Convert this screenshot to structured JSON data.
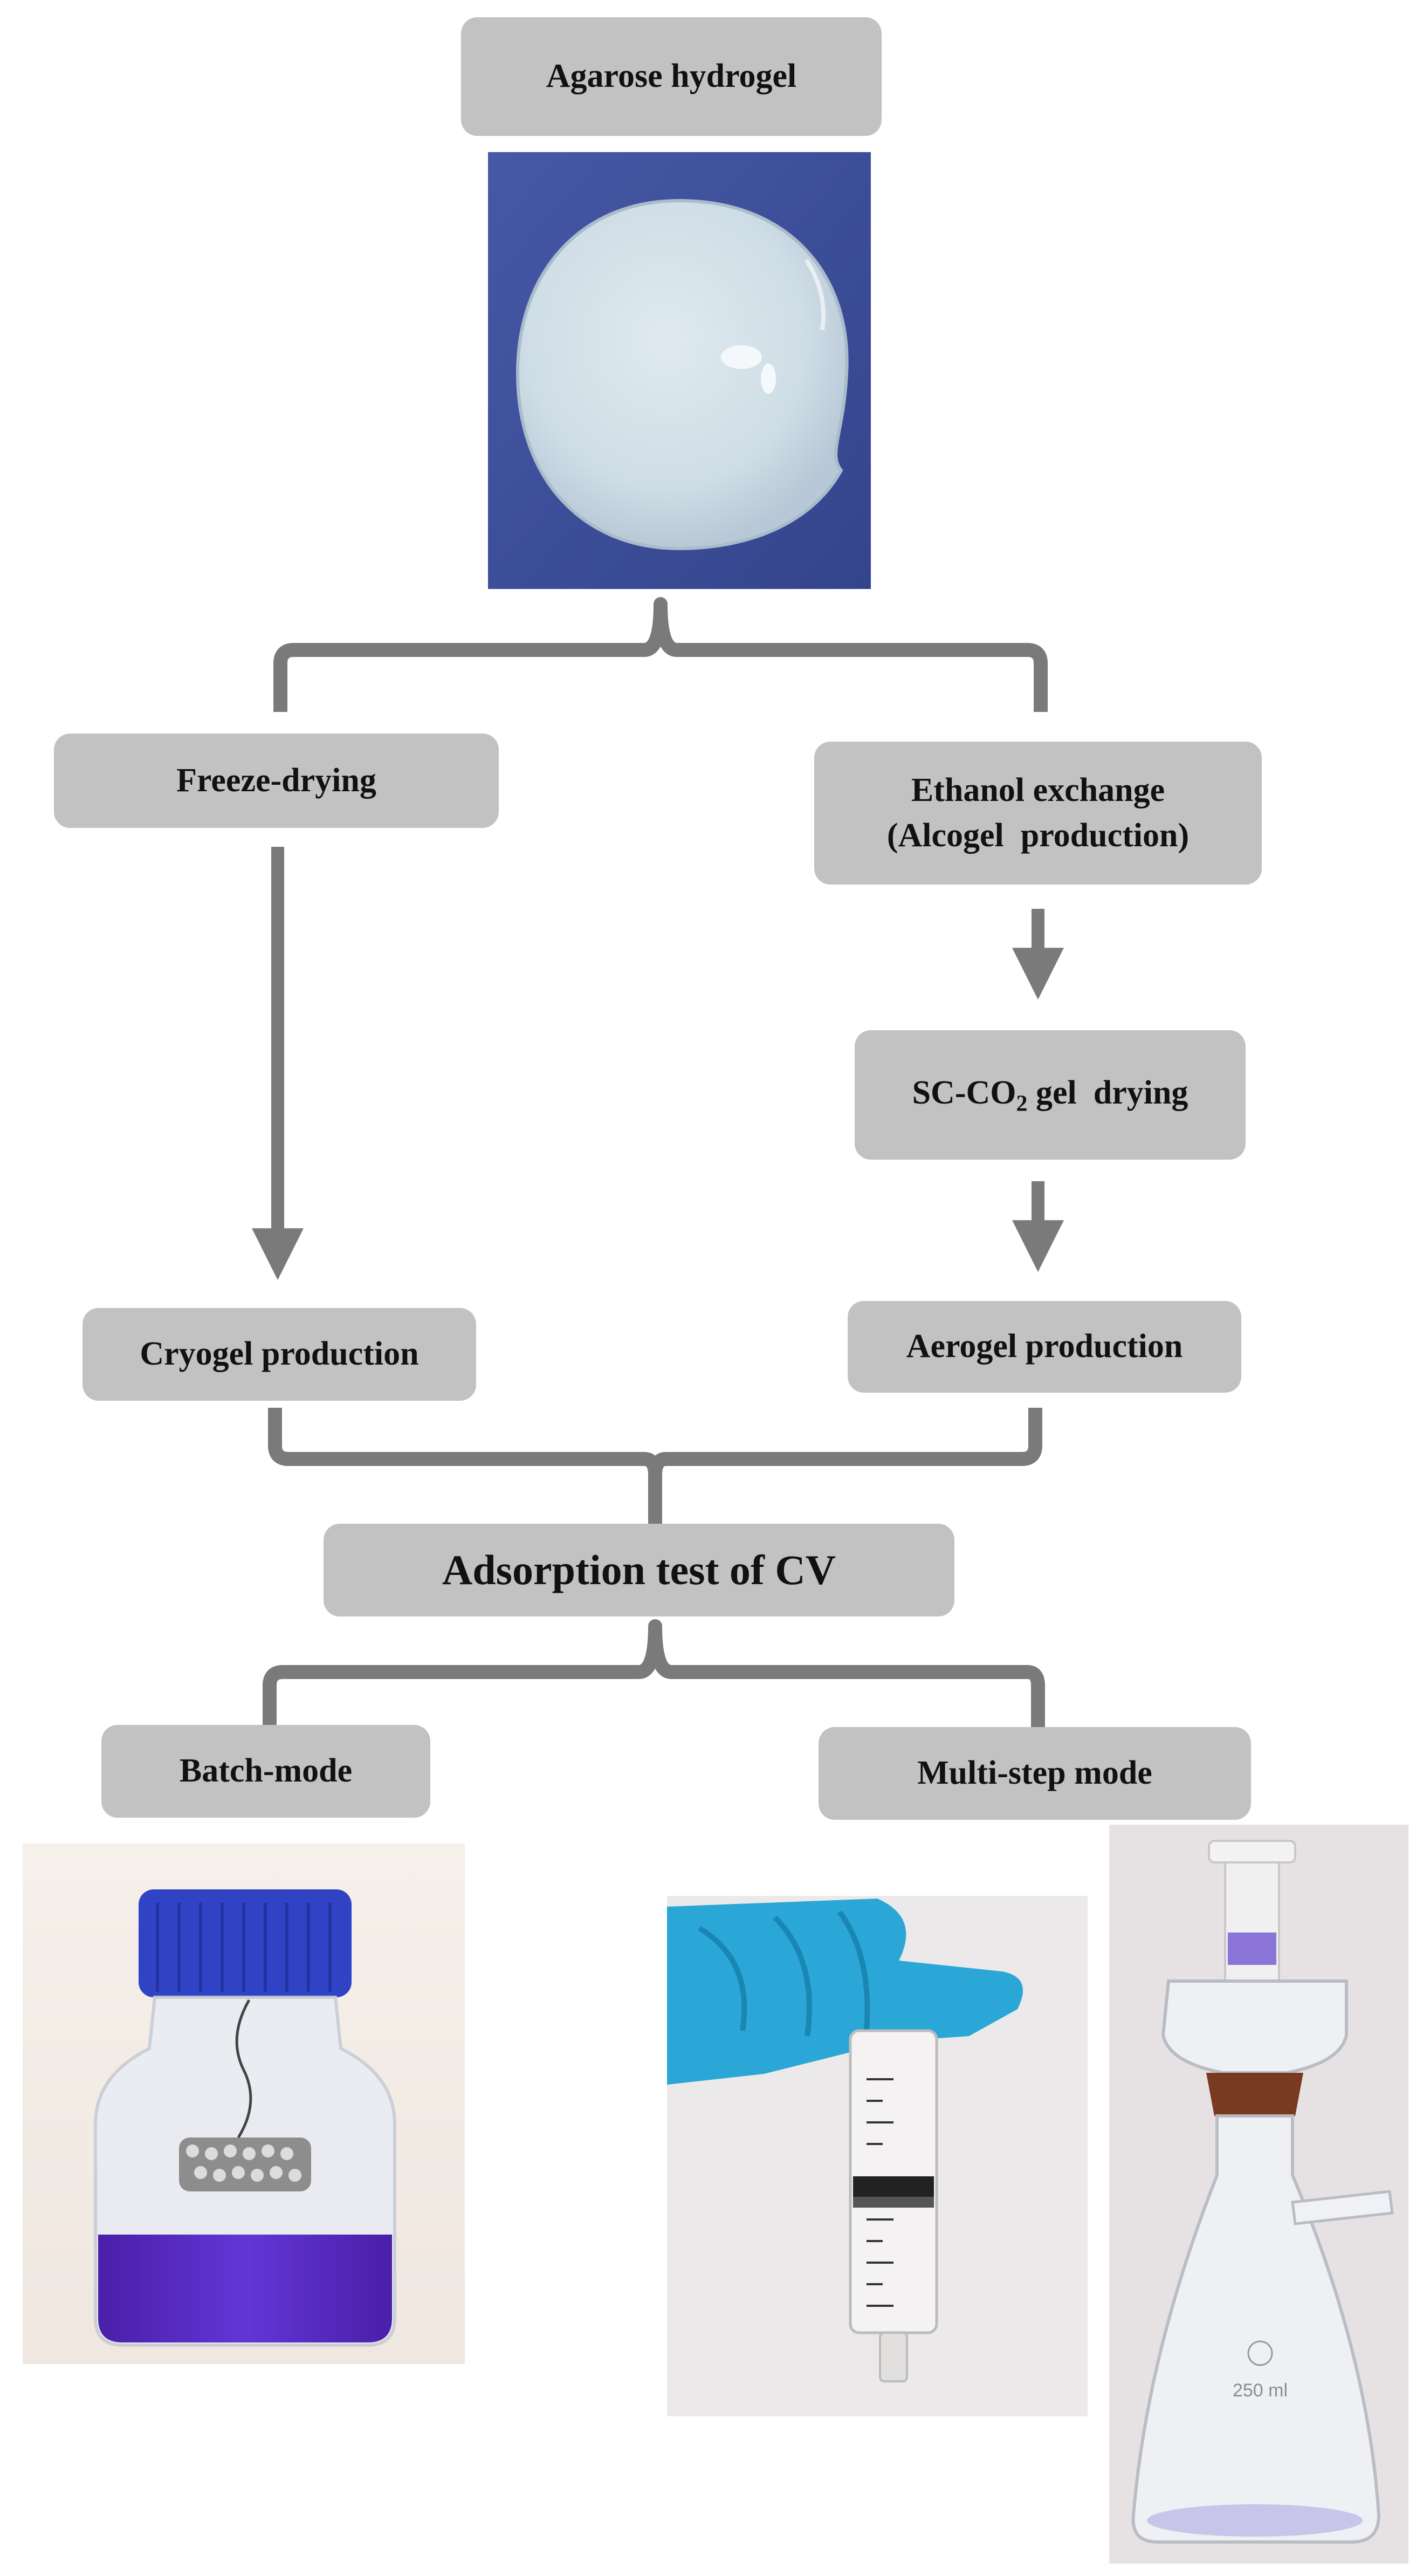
{
  "nodes": {
    "agarose": {
      "label": "Agarose hydrogel"
    },
    "freeze": {
      "label": "Freeze-drying"
    },
    "ethanol": {
      "line1": "Ethanol exchange",
      "line2": "(Alcogel  production)"
    },
    "scco2": {
      "prefix": "SC-CO",
      "sub": "2",
      "suffix": " gel  drying"
    },
    "cryogel": {
      "label": "Cryogel production"
    },
    "aerogel": {
      "label": "Aerogel production"
    },
    "adsorption": {
      "label": "Adsorption test of CV"
    },
    "batch": {
      "label": "Batch-mode"
    },
    "multistep": {
      "label": "Multi-step mode"
    }
  },
  "photos": {
    "hydrogel": {
      "icon": "agarose-hydrogel-disc-photo"
    },
    "bottle": {
      "icon": "glass-bottle-with-violet-solution-photo"
    },
    "syringe": {
      "icon": "syringe-in-gloved-hand-photo"
    },
    "flask": {
      "icon": "filter-flask-photo",
      "volume_label": "250 ml"
    }
  },
  "colors": {
    "box_fill": "#c2c2c2",
    "connector": "#7a7a7a",
    "photo_bg_blue": "#3d4d9a",
    "crystal_violet": "#5b2ec4"
  }
}
